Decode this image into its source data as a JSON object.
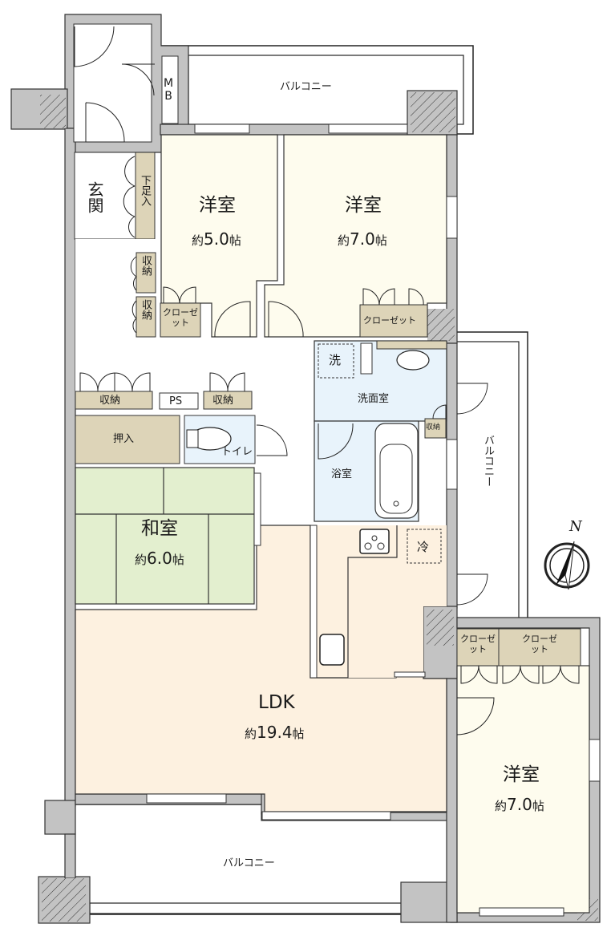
{
  "floor_plan": {
    "colors": {
      "wall": "#c3c3c3",
      "wall_stroke": "#333333",
      "western_room": "#fefcee",
      "ldk": "#fdf1e0",
      "japanese_room": "#e3efcf",
      "storage": "#ddd4b8",
      "wet_area": "#e8f3fb",
      "balcony": "#ffffff"
    },
    "rooms": {
      "entrance": {
        "name": "玄関"
      },
      "shoe_box": {
        "name": "下足入"
      },
      "meter_box": {
        "name": "MB"
      },
      "balcony_north": {
        "name": "バルコニー"
      },
      "balcony_east": {
        "name": "バルコニー"
      },
      "balcony_south": {
        "name": "バルコニー"
      },
      "western_room_1": {
        "name": "洋室",
        "size_prefix": "約",
        "size_num": "5.0",
        "size_unit": "帖"
      },
      "western_room_2": {
        "name": "洋室",
        "size_prefix": "約",
        "size_num": "7.0",
        "size_unit": "帖"
      },
      "western_room_3": {
        "name": "洋室",
        "size_prefix": "約",
        "size_num": "7.0",
        "size_unit": "帖"
      },
      "japanese_room": {
        "name": "和室",
        "size_prefix": "約",
        "size_num": "6.0",
        "size_unit": "帖"
      },
      "ldk": {
        "name": "LDK",
        "size_prefix": "約",
        "size_num": "19.4",
        "size_unit": "帖"
      },
      "washroom": {
        "name": "洗面室"
      },
      "bathroom": {
        "name": "浴室"
      },
      "toilet": {
        "name": "トイレ"
      },
      "washing_machine": {
        "name": "洗"
      },
      "fridge": {
        "name": "冷"
      },
      "pipe_space": {
        "name": "PS"
      },
      "oshiire": {
        "name": "押入"
      }
    },
    "storage": {
      "hall_storage_1": "収納",
      "hall_storage_2": "収納",
      "room1_closet": "クローゼット",
      "room2_closet": "クローゼット",
      "hall_storage_3": "収納",
      "hall_storage_4": "収納",
      "wash_storage": "収納",
      "room3_closet_1": "クローゼット",
      "room3_closet_2": "クローゼット"
    },
    "compass": {
      "label": "N"
    }
  }
}
